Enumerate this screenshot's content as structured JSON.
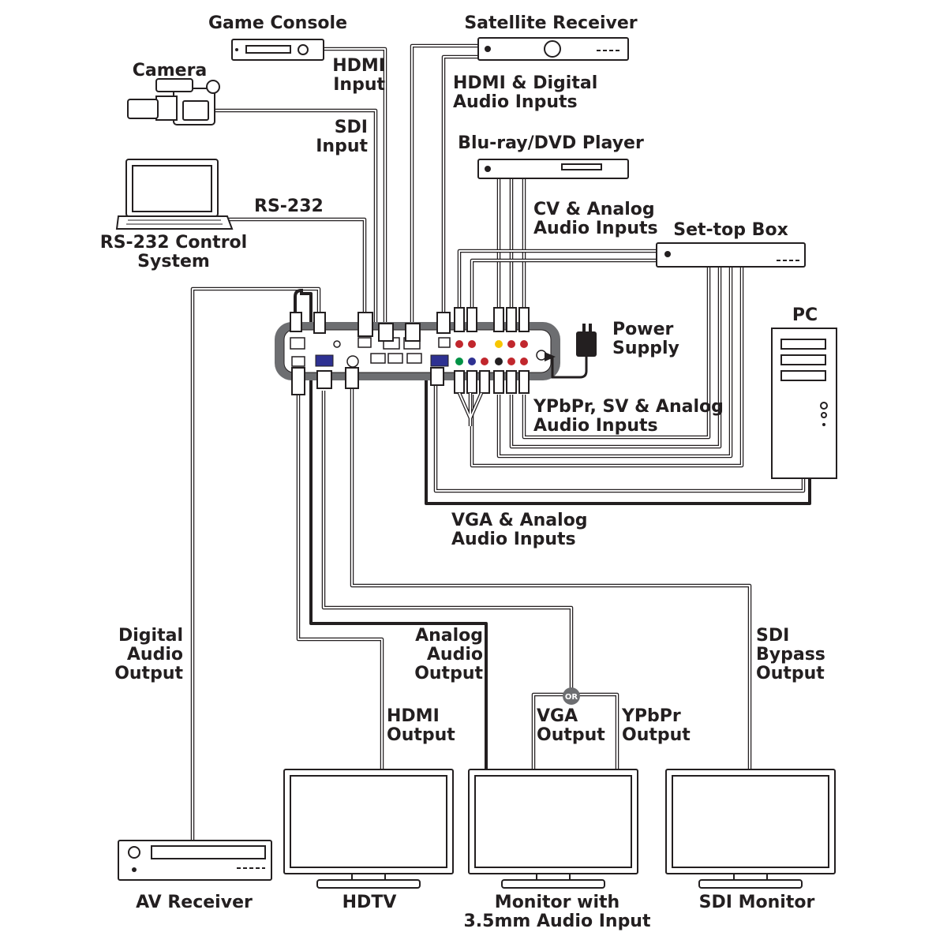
{
  "devices": {
    "game_console": "Game Console",
    "satellite_receiver": "Satellite Receiver",
    "camera": "Camera",
    "bluray_player": "Blu-ray/DVD Player",
    "rs232_system_line1": "RS-232 Control",
    "rs232_system_line2": "System",
    "settop_box": "Set-top Box",
    "pc": "PC",
    "power_supply_line1": "Power",
    "power_supply_line2": "Supply",
    "av_receiver": "AV Receiver",
    "hdtv": "HDTV",
    "monitor_line1": "Monitor with",
    "monitor_line2": "3.5mm Audio Input",
    "sdi_monitor": "SDI Monitor"
  },
  "connections": {
    "hdmi_input_line1": "HDMI",
    "hdmi_input_line2": "Input",
    "sdi_input_line1": "SDI",
    "sdi_input_line2": "Input",
    "rs232": "RS-232",
    "hdmi_digital_line1": "HDMI & Digital",
    "hdmi_digital_line2": "Audio Inputs",
    "cv_line1": "CV & Analog",
    "cv_line2": "Audio Inputs",
    "ypbpr_in_line1": "YPbPr, SV & Analog",
    "ypbpr_in_line2": "Audio Inputs",
    "vga_in_line1": "VGA & Analog",
    "vga_in_line2": "Audio Inputs",
    "digital_out_line1": "Digital",
    "digital_out_line2": "Audio",
    "digital_out_line3": "Output",
    "analog_out_line1": "Analog",
    "analog_out_line2": "Audio",
    "analog_out_line3": "Output",
    "hdmi_out_line1": "HDMI",
    "hdmi_out_line2": "Output",
    "vga_out_line1": "VGA",
    "vga_out_line2": "Output",
    "ypbpr_out_line1": "YPbPr",
    "ypbpr_out_line2": "Output",
    "sdi_out_line1": "SDI",
    "sdi_out_line2": "Bypass",
    "sdi_out_line3": "Output",
    "or_badge": "OR"
  },
  "colors": {
    "ink": "#231f20",
    "panel": "#6d6e71",
    "red_port": "#c1272d",
    "green_port": "#009245",
    "blue_port": "#2e3192",
    "yellow_port": "#f7c600"
  }
}
